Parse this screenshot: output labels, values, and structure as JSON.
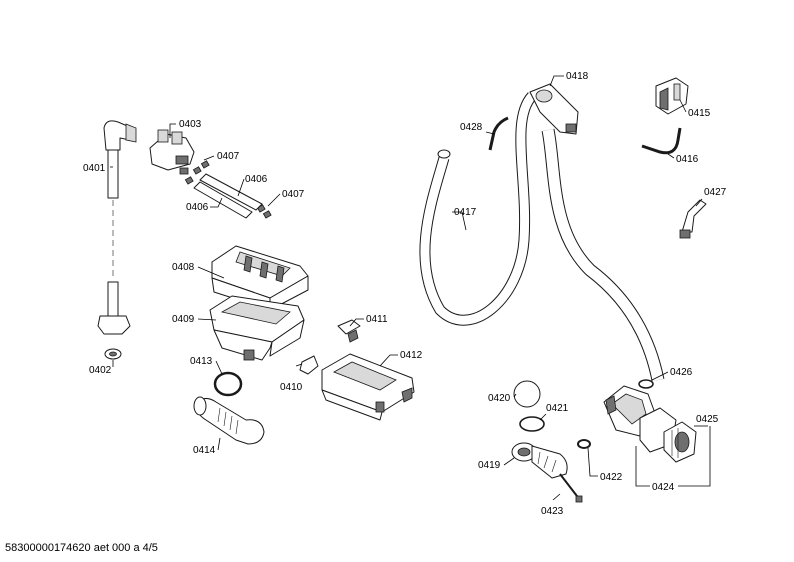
{
  "document_id": "58300000174620 aet 000 a 4/5",
  "parts": {
    "p0401": "0401",
    "p0402": "0402",
    "p0403": "0403",
    "p0406a": "0406",
    "p0406b": "0406",
    "p0407a": "0407",
    "p0407b": "0407",
    "p0408": "0408",
    "p0409": "0409",
    "p0410": "0410",
    "p0411": "0411",
    "p0412": "0412",
    "p0413": "0413",
    "p0414": "0414",
    "p0415": "0415",
    "p0416": "0416",
    "p0417": "0417",
    "p0418": "0418",
    "p0419": "0419",
    "p0420": "0420",
    "p0421": "0421",
    "p0422": "0422",
    "p0423": "0423",
    "p0424": "0424",
    "p0425": "0425",
    "p0426": "0426",
    "p0427": "0427",
    "p0428": "0428"
  }
}
